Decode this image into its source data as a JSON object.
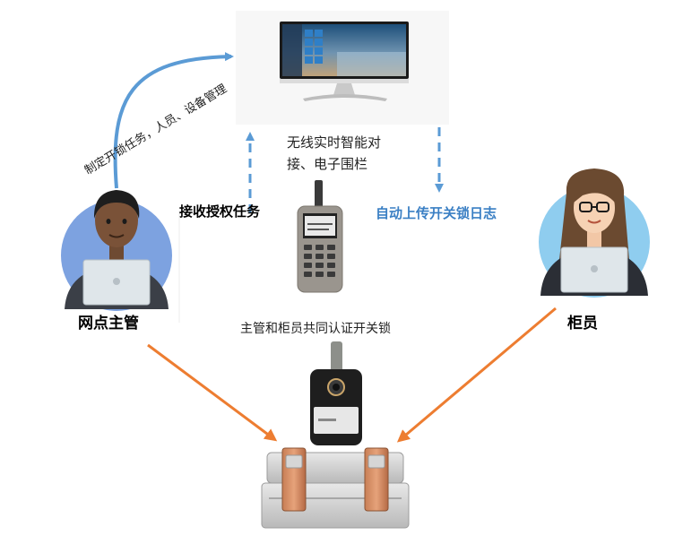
{
  "labels": {
    "assign_tasks": "制定开锁任务，人员、设备管理",
    "wireless_line1": "无线实时智能对",
    "wireless_line2": "接、电子围栏",
    "receive_task": "接收授权任务",
    "upload_log": "自动上传开关锁日志",
    "joint_auth": "主管和柜员共同认证开关锁",
    "supervisor": "网点主管",
    "teller": "柜员"
  },
  "colors": {
    "blue_arrow": "#5b9bd5",
    "orange_arrow": "#ed7d31",
    "blue_text": "#3a7fc4",
    "avatar_blue": "#7da2e0",
    "avatar_light_blue": "#8fcdef"
  },
  "icons": [
    "computer-monitor",
    "handheld-terminal",
    "smart-lock",
    "cash-box",
    "supervisor-avatar",
    "teller-avatar"
  ]
}
